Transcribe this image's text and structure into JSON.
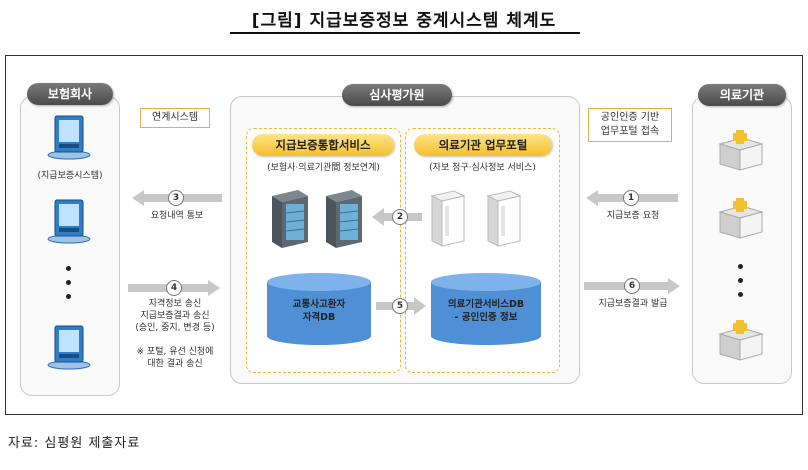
{
  "title": "[그림] 지급보증정보 중계시스템 체계도",
  "source": "자료: 심평원 제출자료",
  "insurer": {
    "header": "보험회사",
    "system_label": "(지급보증시스템)",
    "note": "연계시스템"
  },
  "hira": {
    "header": "심사평가원",
    "service_title": "지급보증통합서비스",
    "service_sub": "(보험사·의료기관間 정보연계)",
    "portal_title": "의료기관 업무포털",
    "portal_sub": "(자보 청구·심사정보 서비스)",
    "db_left_line1": "교통사고환자",
    "db_left_line2": "자격DB",
    "db_right_line1": "의료기관서비스DB",
    "db_right_line2": "- 공인인증 정보"
  },
  "hospital": {
    "header": "의료기관",
    "note_line1": "공인인증 기반",
    "note_line2": "업무포털 접속"
  },
  "steps": {
    "s1": {
      "num": "1",
      "label": "지급보증 요청"
    },
    "s2": {
      "num": "2"
    },
    "s3": {
      "num": "3",
      "label": "요청내역 통보"
    },
    "s4": {
      "num": "4",
      "line1": "자격정보 송신",
      "line2": "지급보증결과 송신",
      "line3": "(승인, 중지, 변경 등)"
    },
    "s5": {
      "num": "5"
    },
    "s6": {
      "num": "6",
      "label": "지급보증결과 발급"
    }
  },
  "footnote": {
    "line1": "※ 포털, 유선 신청에",
    "line2": "대한 결과 송신"
  },
  "colors": {
    "accent_yellow": "#f4bf2b",
    "dashed_border": "#e8b73a",
    "pill_dark": "#5a5a5a",
    "arrow_gray": "#c8c8c8"
  }
}
